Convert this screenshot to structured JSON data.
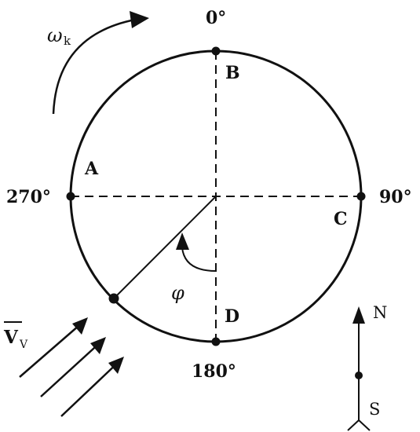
{
  "angles": {
    "top": "0°",
    "right": "90°",
    "bottom": "180°",
    "left": "270°"
  },
  "points": {
    "a": "A",
    "b": "B",
    "c": "C",
    "d": "D"
  },
  "rotation_label": "ω",
  "rotation_subscript": "k",
  "phi_label": "φ",
  "velocity_label": "V",
  "velocity_subscript": "V",
  "compass": {
    "north": "N",
    "south": "S"
  },
  "colors": {
    "stroke": "#111111",
    "background": "#ffffff"
  }
}
